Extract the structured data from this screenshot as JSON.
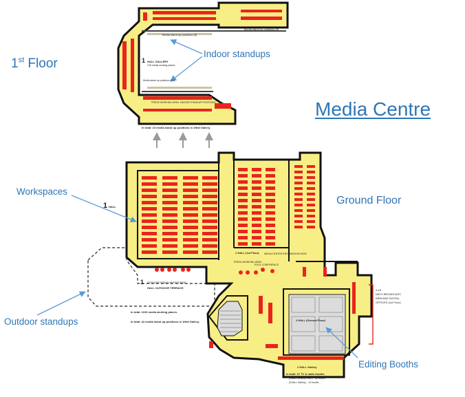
{
  "title": "Media Centre",
  "floors": {
    "first": {
      "label_main": "1",
      "label_sup": "st",
      "label_rest": " Floor"
    },
    "ground": {
      "label": "Ground Floor"
    }
  },
  "callouts": {
    "indoor": "Indoor standups",
    "workspaces": "Workspaces",
    "outdoor": "Outdoor standups",
    "editing": "Editing Booths"
  },
  "plan_text": {
    "upper_standup_top": "Media stand up positions (8)",
    "upper_standup_mid": "Media stand up positions (12)",
    "hall_gallery_num": "1",
    "hall_gallery": "HALL GALLERY",
    "hall_gallery_sub": "125 media working places",
    "upper_bottom_left": "PRESS WORKING AREA",
    "upper_bottom_right": "INDOOR STANDUP POSITIONS",
    "upper_total": "In total: 23 media stand up positions in 1Hall Gallery.",
    "hall1_num": "1",
    "hall1": "HALL",
    "hall1_hall_label": "1 HALL (1st Floor)",
    "press_area": "PRESS WORKING AREA",
    "media_info": "MEDIA CENTER INFORMATION DESK",
    "pool_conference": "POOL CONFERENCE",
    "outdoor_num": "1",
    "outdoor_a": "OUTDOOR STAND UP POSITIONS",
    "outdoor_b": "HALL OUTDOOR TERRACE",
    "totals_1": "In total: 1100 media working places.",
    "totals_2": "In total: 42 media stand up positions in 1Hall Gallery.",
    "hall2": "2 HALL Gallery",
    "hall2_total": "In total: 47 TV & radio booths",
    "hall2_sub": "(2HALL Ground Floor) - 34 booths",
    "hall2_sub2": "(2HALL Gallery) - 13 booths",
    "booths_label": "2 HALL (Ground Floor)",
    "side_note_1": "3-15",
    "side_note_2": "NATO BROADCAST,",
    "side_note_3": "WEB AND DIGITAL",
    "side_note_4": "OFFICES (1st Floor)"
  },
  "colors": {
    "accent": "#2E75B6",
    "desk": "#E8251C",
    "floor_fill": "#F8EE86",
    "wall": "#111111",
    "arrow": "#999999"
  }
}
